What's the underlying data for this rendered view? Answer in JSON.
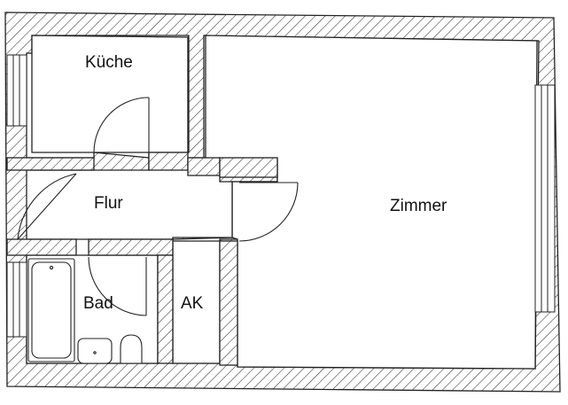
{
  "rooms": {
    "kueche": "Küche",
    "flur": "Flur",
    "zimmer": "Zimmer",
    "bad": "Bad",
    "ak": "AK"
  },
  "colors": {
    "ink": "#222222",
    "background": "#ffffff"
  }
}
